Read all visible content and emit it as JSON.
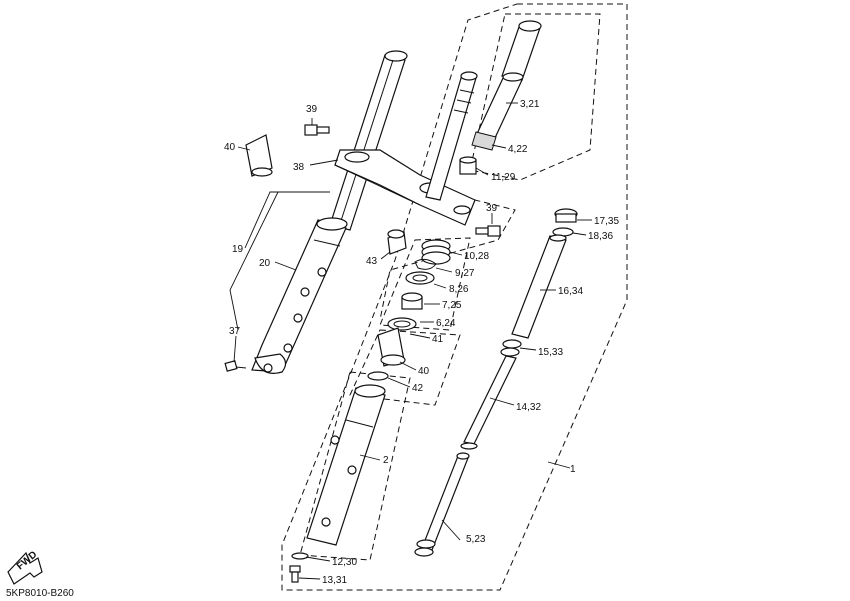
{
  "diagram_code": "5KP8010-B260",
  "fwd_label": "FWD",
  "callouts": [
    {
      "id": "c1",
      "text": "1"
    },
    {
      "id": "c2",
      "text": "2"
    },
    {
      "id": "c3",
      "text": "3,21"
    },
    {
      "id": "c4",
      "text": "4,22"
    },
    {
      "id": "c5",
      "text": "5,23"
    },
    {
      "id": "c6",
      "text": "6,24"
    },
    {
      "id": "c7",
      "text": "7,25"
    },
    {
      "id": "c8",
      "text": "8,26"
    },
    {
      "id": "c9",
      "text": "9,27"
    },
    {
      "id": "c10",
      "text": "10,28"
    },
    {
      "id": "c11",
      "text": "11,29"
    },
    {
      "id": "c12",
      "text": "12,30"
    },
    {
      "id": "c13",
      "text": "13,31"
    },
    {
      "id": "c14",
      "text": "14,32"
    },
    {
      "id": "c15",
      "text": "15,33"
    },
    {
      "id": "c16",
      "text": "16,34"
    },
    {
      "id": "c17",
      "text": "17,35"
    },
    {
      "id": "c18",
      "text": "18,36"
    },
    {
      "id": "c19",
      "text": "19"
    },
    {
      "id": "c20",
      "text": "20"
    },
    {
      "id": "c37",
      "text": "37"
    },
    {
      "id": "c38",
      "text": "38"
    },
    {
      "id": "c39a",
      "text": "39"
    },
    {
      "id": "c39b",
      "text": "39"
    },
    {
      "id": "c40a",
      "text": "40"
    },
    {
      "id": "c40b",
      "text": "40"
    },
    {
      "id": "c41",
      "text": "41"
    },
    {
      "id": "c42",
      "text": "42"
    },
    {
      "id": "c43",
      "text": "43"
    }
  ]
}
